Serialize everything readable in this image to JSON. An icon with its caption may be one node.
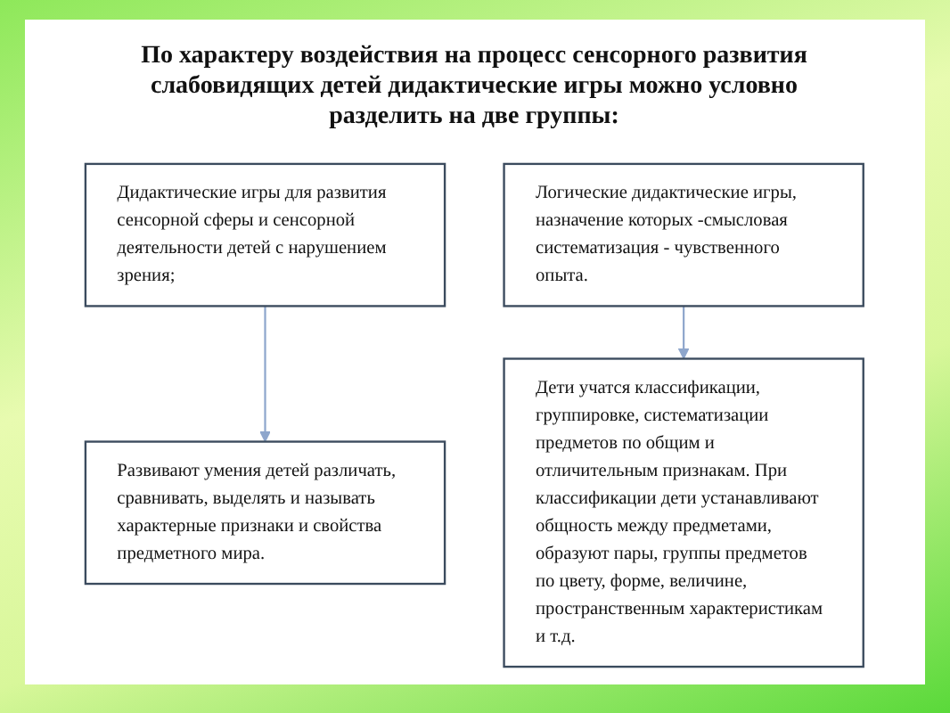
{
  "diagram": {
    "title": "По характеру воздействия на процесс сенсорного развития слабовидящих детей дидактические игры можно условно разделить на две группы:",
    "nodes": [
      {
        "text": [
          "Дидактические игры для развития сенсорной сферы и сенсорной деятельности детей с нарушением зрения;"
        ]
      },
      {
        "text": [
          "Логические дидактические игры, назначение которых -смысловая систематизация - чувственного опыта."
        ]
      },
      {
        "text": [
          "Развивают умения детей различать, сравнивать, выделять и называть характерные признаки и свойства предметного мира."
        ]
      },
      {
        "text": [
          "Дети учатся классификации, группировке, систематизации предметов по общим и отличительным признакам. При классификации дети устанавливают общность между предметами, образуют пары, группы предметов по цвету, форме, величине, пространственным характеристикам и т.д."
        ]
      }
    ],
    "edges": [
      {
        "from": 0,
        "to": 2,
        "arrow": "to"
      },
      {
        "from": 1,
        "to": 3,
        "arrow": "to"
      }
    ]
  }
}
